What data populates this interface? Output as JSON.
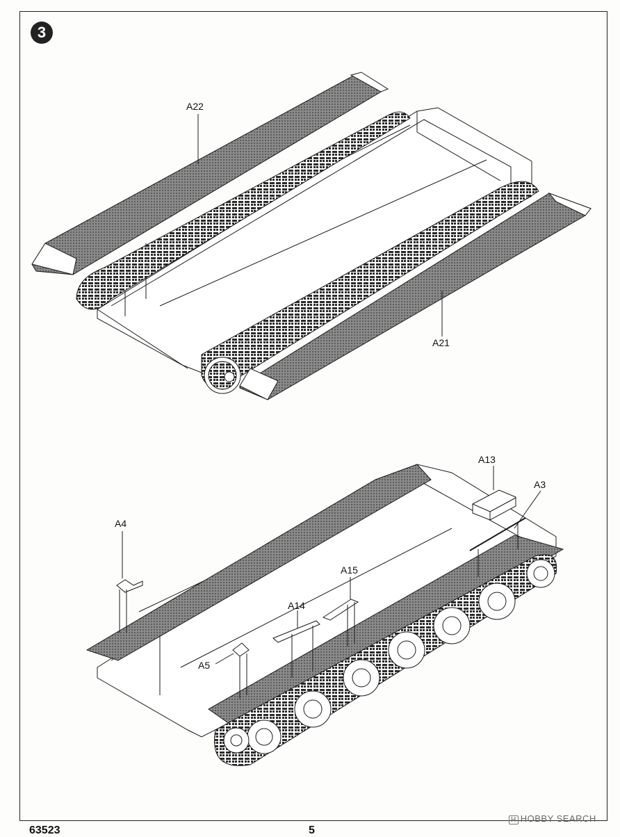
{
  "step_number": "3",
  "footer": {
    "code": "63523",
    "page": "5"
  },
  "watermark": "HOBBY SEARCH",
  "top_assembly": {
    "labels": {
      "a22": "A22",
      "a21": "A21"
    }
  },
  "bottom_assembly": {
    "labels": {
      "a13": "A13",
      "a3": "A3",
      "a4": "A4",
      "a15": "A15",
      "a14": "A14",
      "a5": "A5"
    }
  },
  "colors": {
    "ink": "#1a1a1a",
    "fender_fill": "#6b6b6b",
    "paper": "#fdfdfb"
  }
}
